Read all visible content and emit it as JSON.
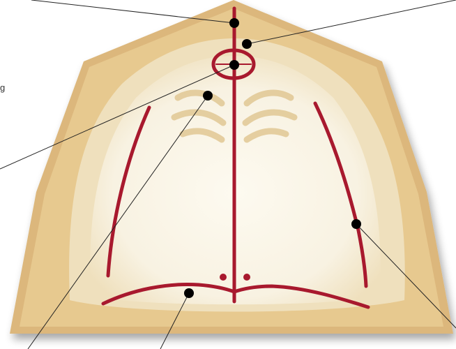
{
  "diagram": {
    "cropped_label_fragment": "g",
    "colors": {
      "background": "#ffffff",
      "base_outer": "#dcb77c",
      "base_inner": "#e7c98f",
      "cast_rim": "#efe0bd",
      "cast_inner": "#f8f2e2",
      "cast_highlight": "#fdfaf0",
      "rugae": "#e0c58f",
      "markings": "#a8192e",
      "leader_lines": "#222222",
      "points": "#000000"
    },
    "icon_names": [
      "maxillary-cast",
      "incisive-papilla-circle",
      "midline",
      "posterior-palatal-line",
      "vestibule-lines",
      "fovea-dots"
    ]
  }
}
